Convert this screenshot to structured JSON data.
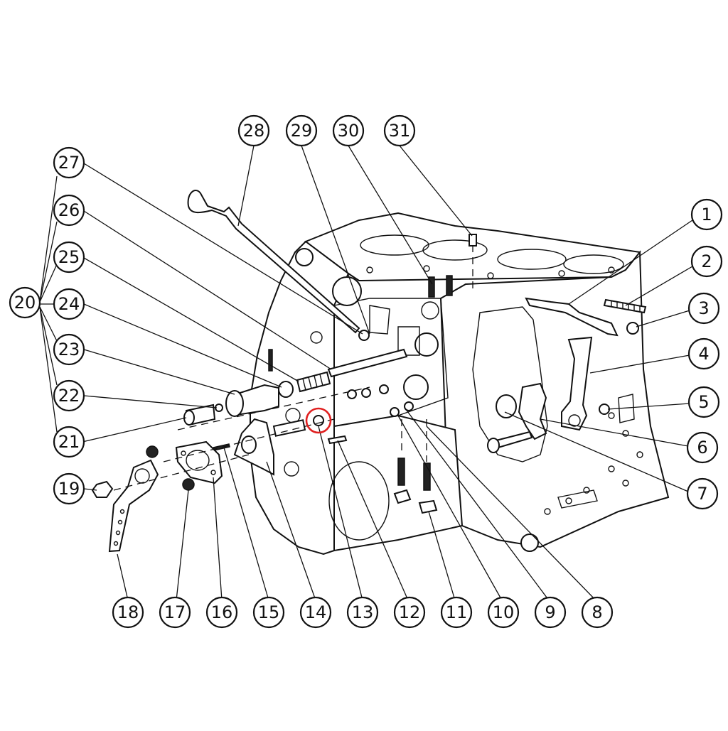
{
  "diagram": {
    "callouts": [
      {
        "id": "1",
        "label": "1"
      },
      {
        "id": "2",
        "label": "2"
      },
      {
        "id": "3",
        "label": "3"
      },
      {
        "id": "4",
        "label": "4"
      },
      {
        "id": "5",
        "label": "5"
      },
      {
        "id": "6",
        "label": "6"
      },
      {
        "id": "7",
        "label": "7"
      },
      {
        "id": "8",
        "label": "8"
      },
      {
        "id": "9",
        "label": "9"
      },
      {
        "id": "10",
        "label": "10"
      },
      {
        "id": "11",
        "label": "11"
      },
      {
        "id": "12",
        "label": "12"
      },
      {
        "id": "13",
        "label": "13"
      },
      {
        "id": "14",
        "label": "14"
      },
      {
        "id": "15",
        "label": "15"
      },
      {
        "id": "16",
        "label": "16"
      },
      {
        "id": "17",
        "label": "17"
      },
      {
        "id": "18",
        "label": "18"
      },
      {
        "id": "19",
        "label": "19"
      },
      {
        "id": "20",
        "label": "20"
      },
      {
        "id": "21",
        "label": "21"
      },
      {
        "id": "22",
        "label": "22"
      },
      {
        "id": "23",
        "label": "23"
      },
      {
        "id": "24",
        "label": "24"
      },
      {
        "id": "25",
        "label": "25"
      },
      {
        "id": "26",
        "label": "26"
      },
      {
        "id": "27",
        "label": "27"
      },
      {
        "id": "28",
        "label": "28"
      },
      {
        "id": "29",
        "label": "29"
      },
      {
        "id": "30",
        "label": "30"
      },
      {
        "id": "31",
        "label": "31"
      }
    ],
    "highlight": {
      "part": "13",
      "color": "#e02020"
    },
    "line_color": "#111111",
    "background": "#ffffff"
  }
}
